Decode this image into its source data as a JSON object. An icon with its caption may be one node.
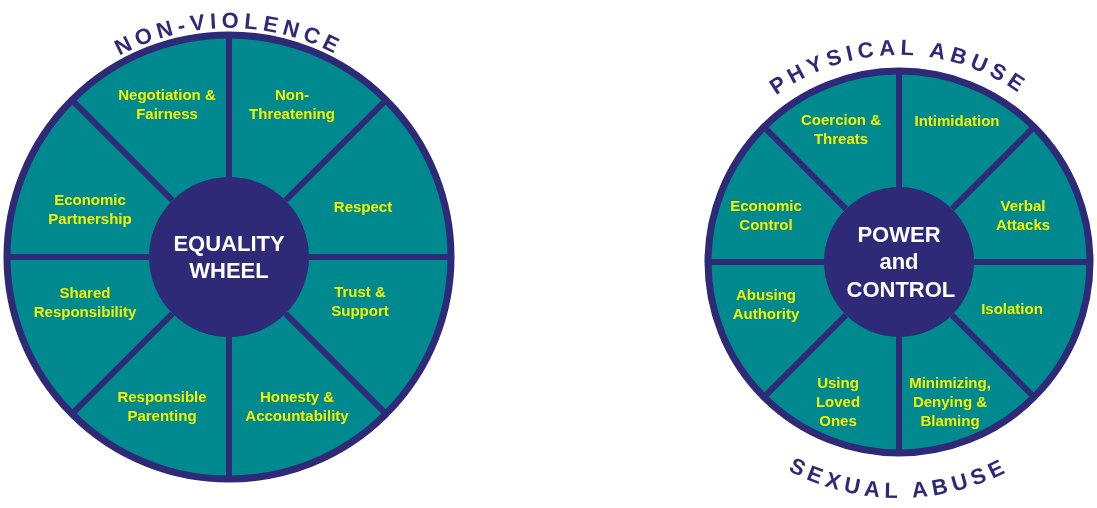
{
  "diagram": {
    "nodes": [
      {
        "text": [
          "NON-VIOLENCE"
        ]
      },
      {
        "text": [
          "EQUALITY WHEEL"
        ],
        "in": 0
      },
      {
        "text": [
          "Negotiation & Fairness"
        ],
        "in": 0
      },
      {
        "text": [
          "Non-Threatening"
        ],
        "in": 0
      },
      {
        "text": [
          "Respect"
        ],
        "in": 0
      },
      {
        "text": [
          "Trust & Support"
        ],
        "in": 0
      },
      {
        "text": [
          "Honesty & Accountability"
        ],
        "in": 0
      },
      {
        "text": [
          "Responsible Parenting"
        ],
        "in": 0
      },
      {
        "text": [
          "Shared Responsibility"
        ],
        "in": 0
      },
      {
        "text": [
          "Economic Partnership"
        ],
        "in": 0
      },
      {
        "text": [
          "PHYSICAL ABUSE",
          "SEXUAL ABUSE"
        ]
      },
      {
        "text": [
          "POWER and CONTROL"
        ],
        "in": 10
      },
      {
        "text": [
          "Coercion & Threats"
        ],
        "in": 10
      },
      {
        "text": [
          "Intimidation"
        ],
        "in": 10
      },
      {
        "text": [
          "Verbal Attacks"
        ],
        "in": 10
      },
      {
        "text": [
          "Isolation"
        ],
        "in": 10
      },
      {
        "text": [
          "Minimizing, Denying & Blaming"
        ],
        "in": 10
      },
      {
        "text": [
          "Using Loved Ones"
        ],
        "in": 10
      },
      {
        "text": [
          "Abusing Authority"
        ],
        "in": 10
      },
      {
        "text": [
          "Economic Control"
        ],
        "in": 10
      }
    ]
  }
}
